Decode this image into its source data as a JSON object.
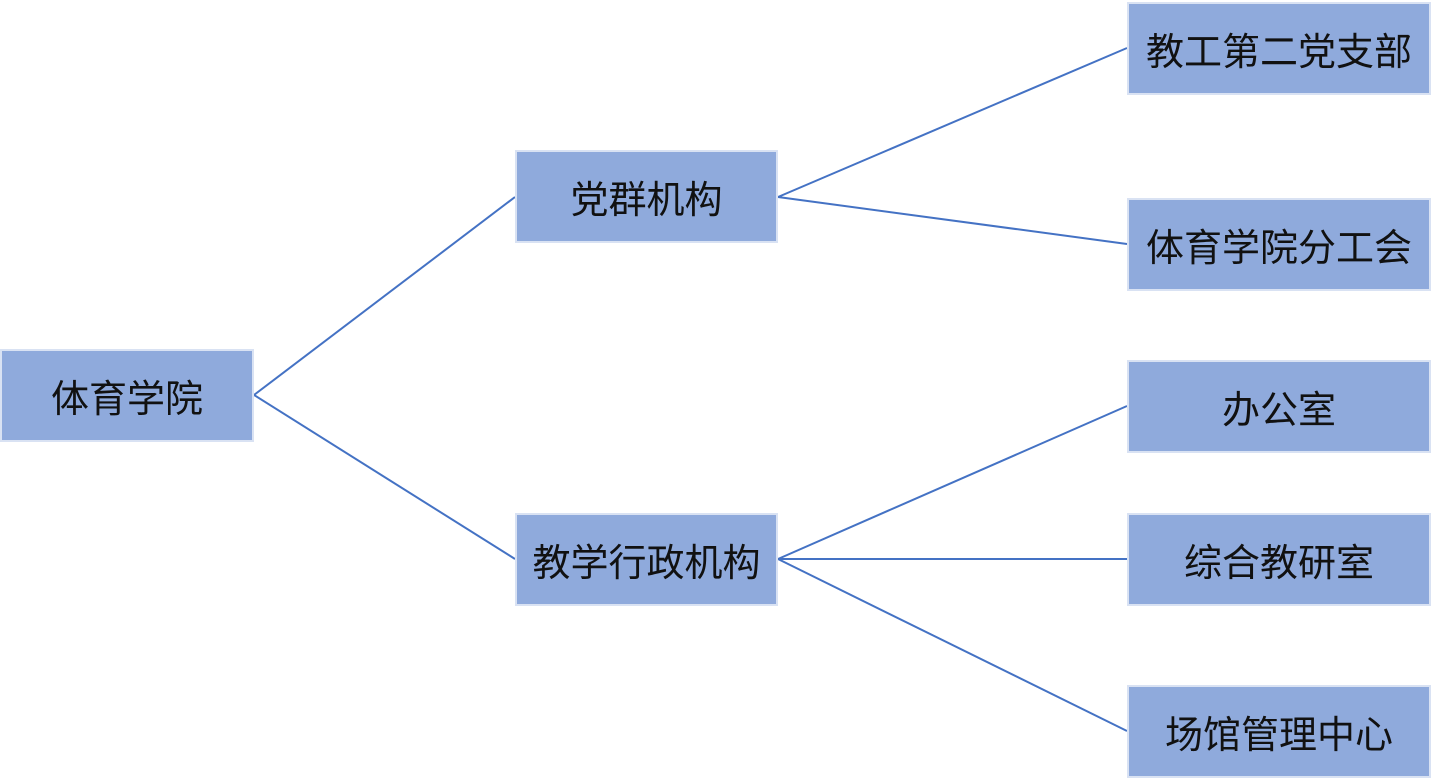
{
  "diagram": {
    "root": {
      "label": "体育学院"
    },
    "branches": [
      {
        "label": "党群机构",
        "children": [
          "教工第二党支部",
          "体育学院分工会"
        ]
      },
      {
        "label": "教学行政机构",
        "children": [
          "办公室",
          "综合教研室",
          "场馆管理中心"
        ]
      }
    ]
  },
  "colors": {
    "node_fill": "#8faadc",
    "node_border": "#d9e2f3",
    "connector": "#4472c4",
    "text": "#111111"
  }
}
